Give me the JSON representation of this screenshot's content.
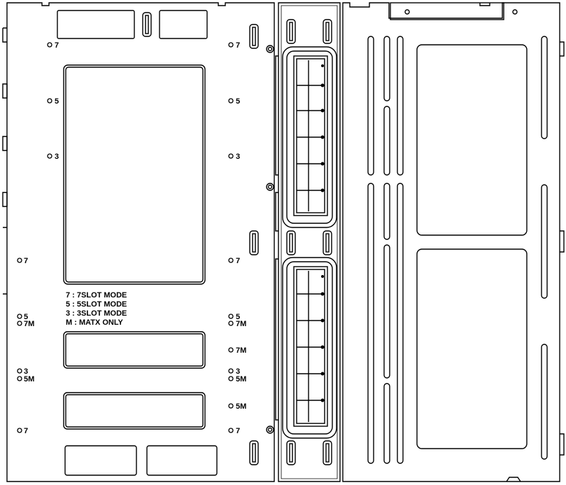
{
  "legend": {
    "line1": "7 : 7SLOT  MODE",
    "line2": "5 : 5SLOT  MODE",
    "line3": "3 : 3SLOT  MODE",
    "line4": "M : MATX  ONLY"
  },
  "hole_labels": {
    "left_col_7_top": "7",
    "left_col_5": "5",
    "left_col_3": "3",
    "right_col_7_top": "7",
    "right_col_5": "5",
    "right_col_3": "3",
    "edge_7": "7",
    "right_7_mid": "7",
    "edge_5": "5",
    "edge_7m": "7M",
    "right_5": "5",
    "right_7m": "7M",
    "right_7m_b": "7M",
    "edge_3": "3",
    "edge_5m": "5M",
    "right_3": "3",
    "right_5m": "5M",
    "right_5m_b": "5M",
    "edge_7_bottom": "7",
    "right_7_bottom": "7"
  }
}
